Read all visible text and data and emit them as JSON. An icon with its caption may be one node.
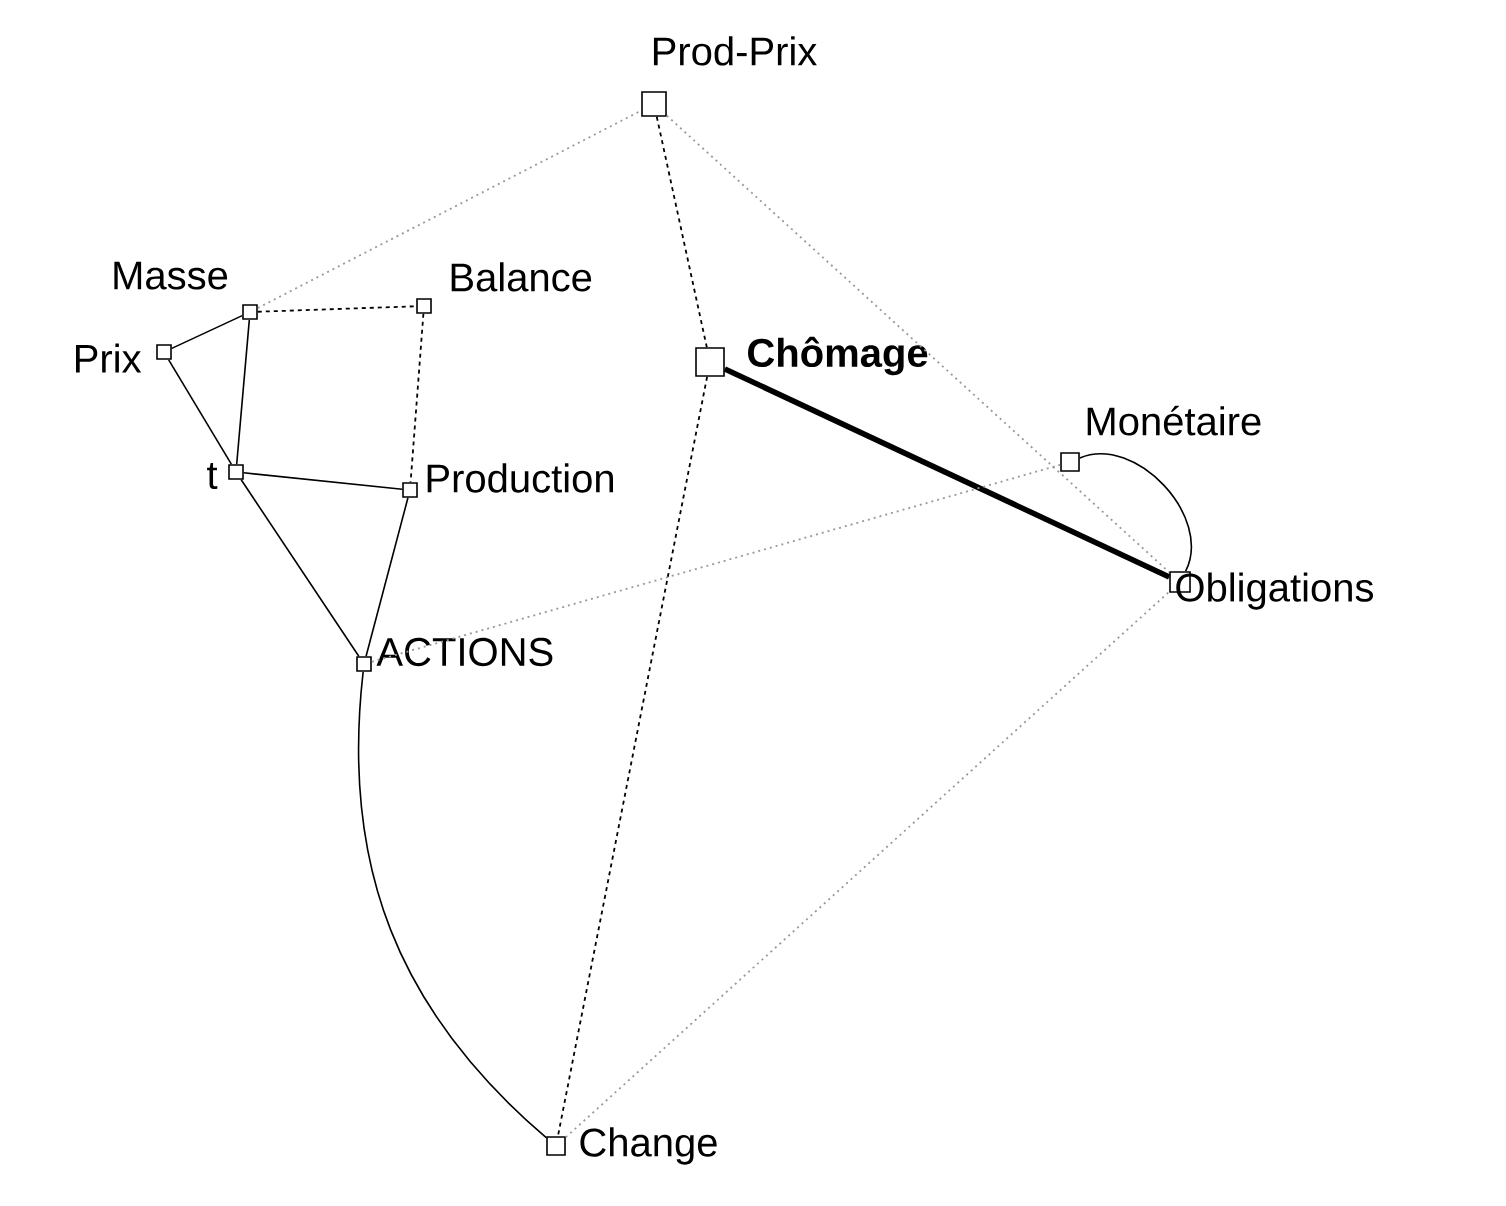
{
  "diagram": {
    "nodes": [
      {
        "text": [],
        "shape": "box",
        "beside": [
          "Prod-Prix"
        ]
      },
      {
        "text": [],
        "shape": "box",
        "beside": [
          "Masse"
        ]
      },
      {
        "text": [],
        "shape": "box",
        "beside": [
          "Balance"
        ]
      },
      {
        "text": [],
        "shape": "box",
        "beside": [
          "Prix"
        ]
      },
      {
        "text": [],
        "shape": "box",
        "beside": [
          "Chômage"
        ]
      },
      {
        "text": [],
        "shape": "box",
        "beside": [
          "t"
        ]
      },
      {
        "text": [],
        "shape": "box",
        "beside": [
          "Monétaire"
        ]
      },
      {
        "text": [],
        "shape": "box",
        "beside": [
          "Production"
        ]
      },
      {
        "text": [],
        "shape": "box",
        "beside": [
          "Obligations"
        ]
      },
      {
        "text": [],
        "shape": "box",
        "beside": [
          "ACTIONS"
        ]
      },
      {
        "text": [],
        "shape": "box",
        "beside": [
          "Change"
        ]
      }
    ],
    "edges": [
      {
        "from": 1,
        "to": 3,
        "arrow": "none"
      },
      {
        "from": 3,
        "to": 5,
        "arrow": "none"
      },
      {
        "from": 1,
        "to": 5,
        "arrow": "none"
      },
      {
        "from": 5,
        "to": 7,
        "arrow": "none"
      },
      {
        "from": 5,
        "to": 9,
        "arrow": "none"
      },
      {
        "from": 7,
        "to": 9,
        "arrow": "none"
      },
      {
        "from": 9,
        "to": 10,
        "arrow": "none"
      },
      {
        "from": 4,
        "to": 8,
        "arrow": "none",
        "style": "thick"
      },
      {
        "from": 6,
        "to": 8,
        "arrow": "none"
      },
      {
        "from": 1,
        "to": 2,
        "arrow": "none",
        "style": "dashed"
      },
      {
        "from": 2,
        "to": 7,
        "arrow": "none",
        "style": "dashed"
      },
      {
        "from": 0,
        "to": 4,
        "arrow": "none",
        "style": "dashed"
      },
      {
        "from": 4,
        "to": 10,
        "arrow": "none",
        "style": "dashed"
      },
      {
        "from": 1,
        "to": 0,
        "arrow": "none",
        "style": "dashed",
        "color": "#999999"
      },
      {
        "from": 0,
        "to": 8,
        "arrow": "none",
        "style": "dashed",
        "color": "#999999"
      },
      {
        "from": 9,
        "to": 6,
        "arrow": "none",
        "style": "dashed",
        "color": "#999999"
      },
      {
        "from": 10,
        "to": 8,
        "arrow": "none",
        "style": "dashed",
        "color": "#999999"
      }
    ]
  }
}
